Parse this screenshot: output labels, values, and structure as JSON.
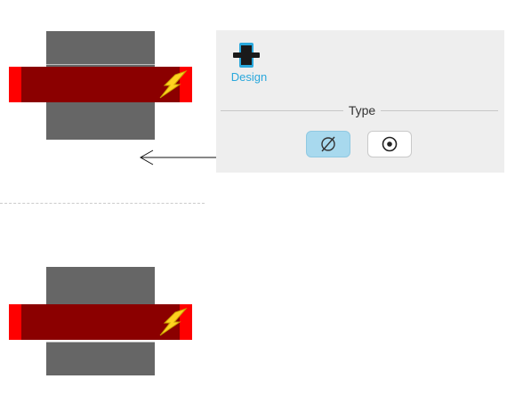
{
  "panel": {
    "design_tab": {
      "label": "Design",
      "icon": "cable-design-icon",
      "color": "#2aa8dc"
    },
    "type_section": {
      "label": "Type",
      "options": [
        {
          "name": "no-core",
          "icon": "empty-set-icon",
          "selected": true
        },
        {
          "name": "with-core",
          "icon": "circled-dot-icon",
          "selected": false
        }
      ]
    }
  },
  "colors": {
    "insulation": "#666666",
    "heater_band": "#8b0000",
    "heater_end": "#ff0000",
    "lightning": "#ffd21f",
    "selected_button": "#a8d9ee",
    "panel_background": "#eeeeee"
  }
}
